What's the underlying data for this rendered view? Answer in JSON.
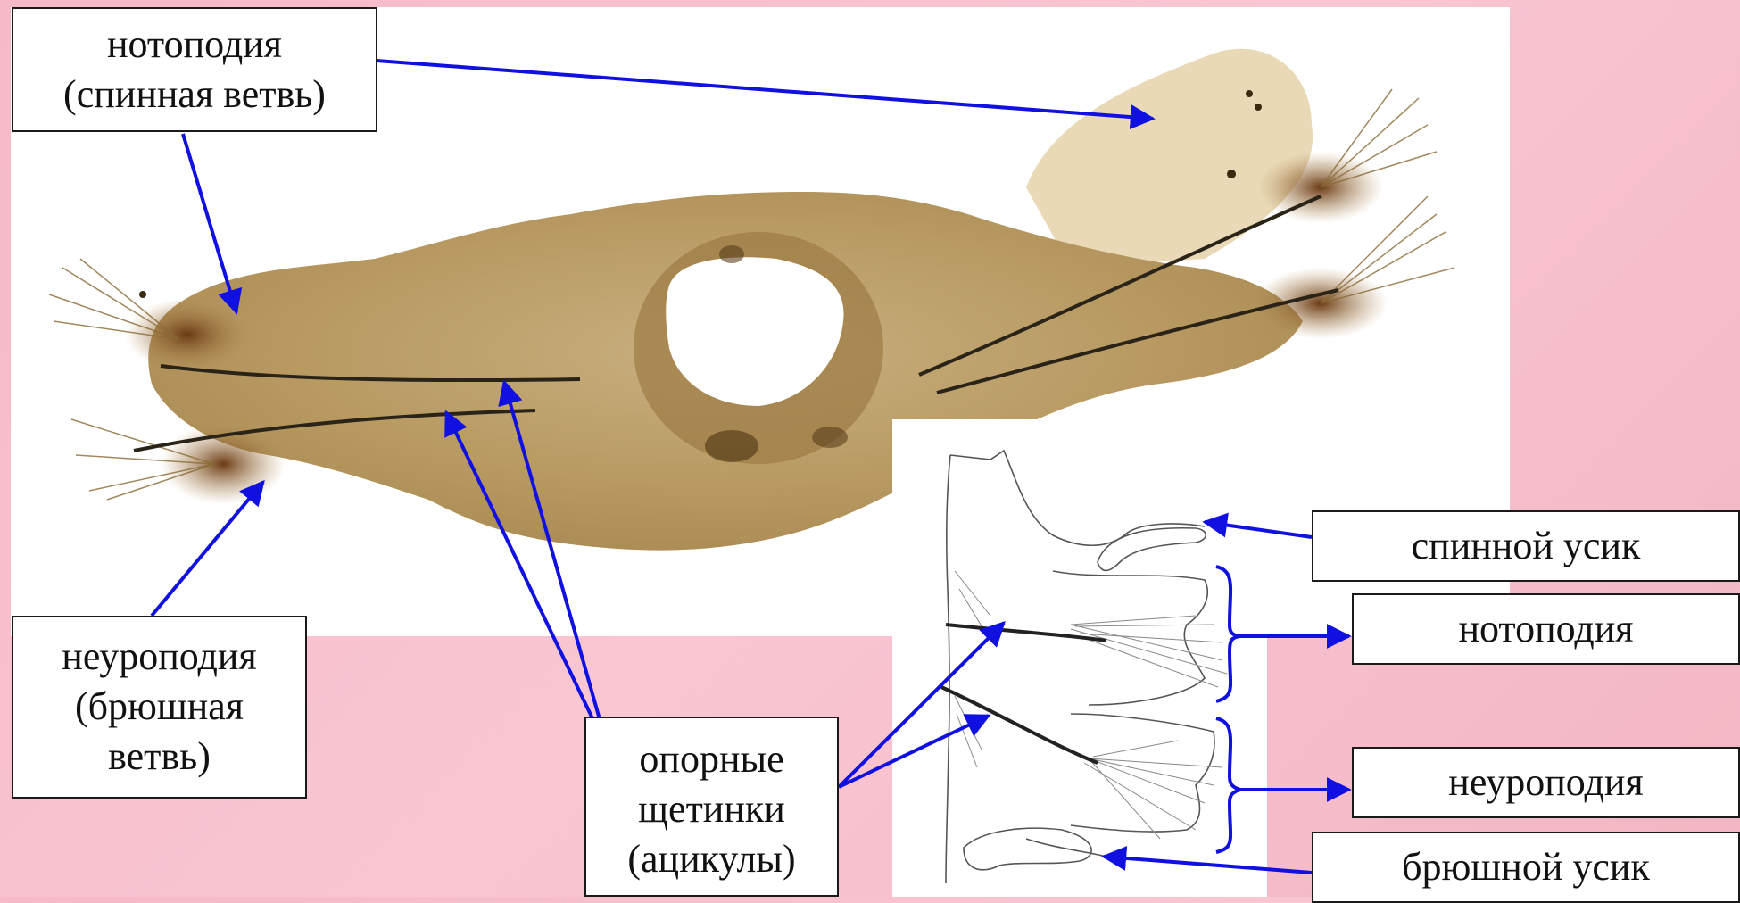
{
  "labels": {
    "notopodia_main": {
      "line1": "нотоподия",
      "line2": "(спинная ветвь)"
    },
    "neuropodia_main": {
      "line1": "неуроподия",
      "line2": "(брюшная",
      "line3": "ветвь)"
    },
    "acicula": {
      "line1": "опорные",
      "line2": "щетинки",
      "line3": "(ацикулы)"
    },
    "dorsal_cirrus": "спинной усик",
    "notopodia": "нотоподия",
    "neuropodia": "неуроподия",
    "ventral_cirrus": "брюшной усик"
  },
  "colors": {
    "arrow": "#1010e0",
    "background": "#f7bccb",
    "photo_bg": "#ffffff",
    "specimen": "#b39660",
    "specimen_dark": "#7a5a2c"
  }
}
